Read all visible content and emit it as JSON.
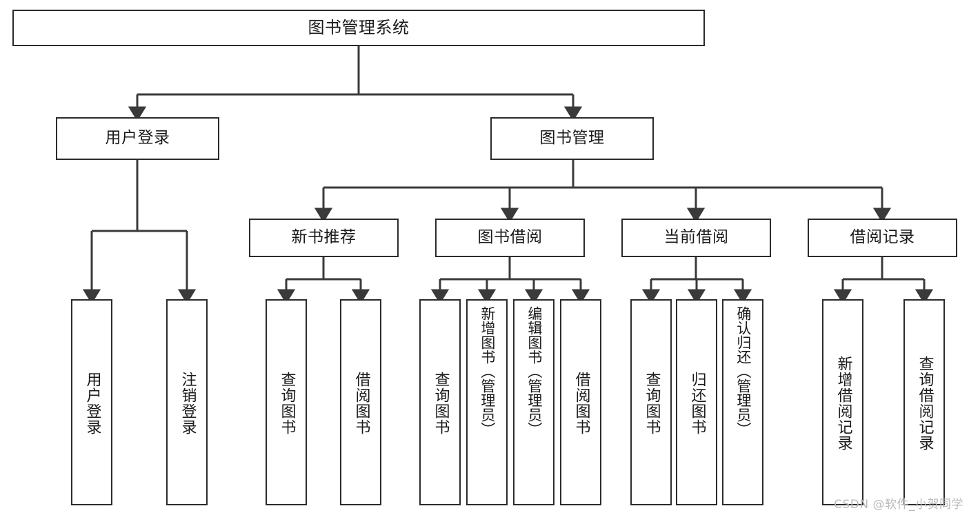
{
  "diagram": {
    "type": "tree",
    "title": "图书管理系统",
    "root": {
      "label": "图书管理系统"
    },
    "level2": [
      {
        "label": "用户登录"
      },
      {
        "label": "图书管理"
      }
    ],
    "level3": [
      {
        "label": "新书推荐"
      },
      {
        "label": "图书借阅"
      },
      {
        "label": "当前借阅"
      },
      {
        "label": "借阅记录"
      }
    ],
    "leaves": {
      "user_login": [
        {
          "label": "用户登录"
        },
        {
          "label": "注销登录"
        }
      ],
      "new_book_recommend": [
        {
          "label": "查询图书"
        },
        {
          "label": "借阅图书"
        }
      ],
      "book_borrow": [
        {
          "label": "查询图书"
        },
        {
          "label": "新增图书（管理员）"
        },
        {
          "label": "编辑图书（管理员）"
        },
        {
          "label": "借阅图书"
        }
      ],
      "current_borrow": [
        {
          "label": "查询图书"
        },
        {
          "label": "归还图书"
        },
        {
          "label": "确认归还（管理员）"
        }
      ],
      "borrow_record": [
        {
          "label": "新增借阅记录"
        },
        {
          "label": "查询借阅记录"
        }
      ]
    }
  },
  "watermark": {
    "text": "CSDN @软件_小贺同学"
  },
  "colors": {
    "box_border": "#2b2b2b",
    "connector": "#3a3a3a",
    "text": "#1a1a1a",
    "background": "#ffffff",
    "watermark": "#b9b9b9"
  }
}
